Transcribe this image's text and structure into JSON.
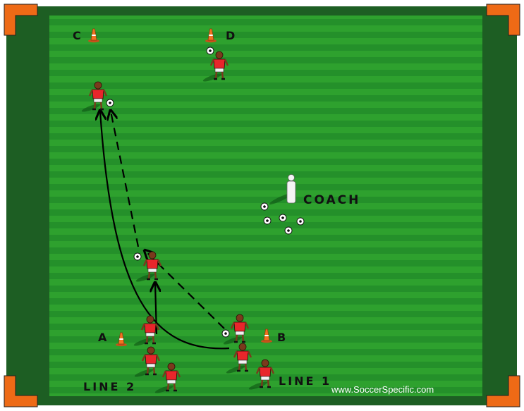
{
  "diagram": {
    "colors": {
      "border": "#1d5e23",
      "field_stripe_light": "#2c9a2c",
      "field_stripe_dark": "#239023",
      "corner": "#ee6a16",
      "player_shirt": "#e8262b",
      "arrow": "#000000"
    },
    "cones": {
      "a": "A",
      "b": "B",
      "c": "C",
      "d": "D"
    },
    "coach_label": "COACH",
    "line_1_label": "LINE 1",
    "line_2_label": "LINE 2",
    "watermark": "www.SoccerSpecific.com"
  }
}
